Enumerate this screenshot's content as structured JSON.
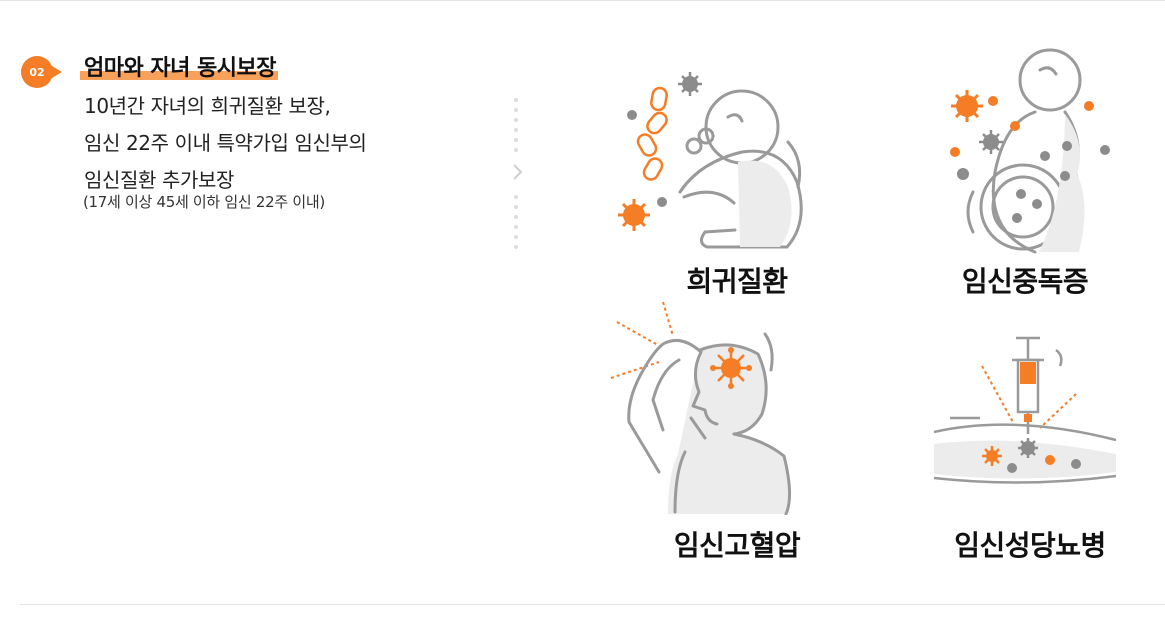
{
  "section": {
    "number": "02",
    "title": "엄마와 자녀 동시보장",
    "description_lines": [
      "10년간 자녀의 희귀질환 보장,",
      "임신 22주 이내 특약가입 임신부의",
      "임신질환 추가보장"
    ],
    "note": "(17세 이상 45세 이하 임신 22주 이내)"
  },
  "conditions": [
    {
      "label": "희귀질환",
      "icon": "rare-disease-icon"
    },
    {
      "label": "임신중독증",
      "icon": "pregnancy-toxemia-icon"
    },
    {
      "label": "임신고혈압",
      "icon": "pregnancy-hypertension-icon"
    },
    {
      "label": "임신성당뇨병",
      "icon": "gestational-diabetes-icon"
    }
  ],
  "colors": {
    "accent": "#f47d26",
    "highlight": "#f8a15a",
    "gray": "#8c8c8c",
    "line": "#b5b5b5"
  }
}
